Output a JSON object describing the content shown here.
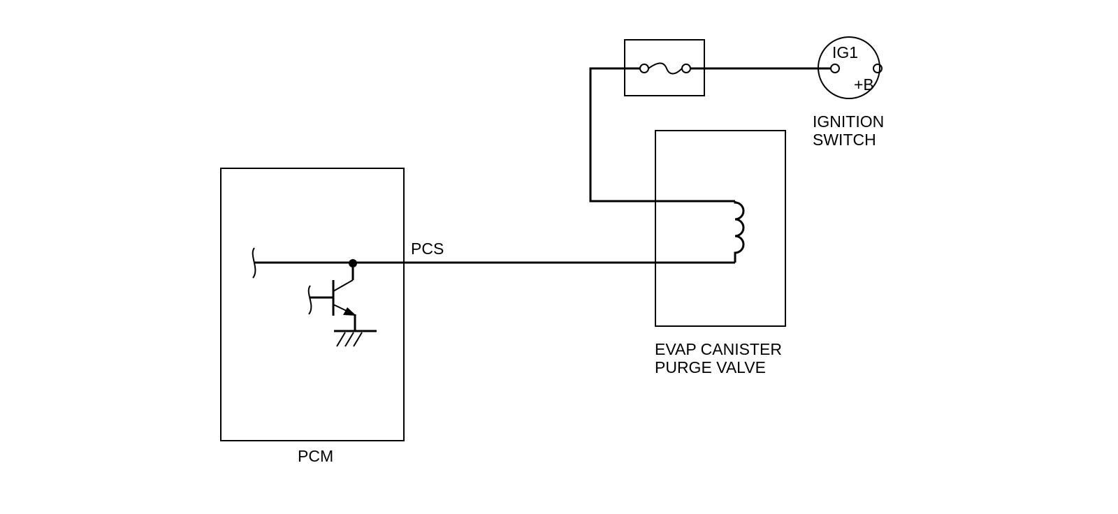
{
  "components": {
    "pcm": {
      "label": "PCM"
    },
    "evap_valve": {
      "label_line1": "EVAP CANISTER",
      "label_line2": "PURGE VALVE"
    },
    "ignition_switch": {
      "label_line1": "IGNITION",
      "label_line2": "SWITCH",
      "terminal_ig1": "IG1",
      "terminal_b": "+B"
    },
    "fuse": {}
  },
  "wires": {
    "pcs": {
      "label": "PCS"
    }
  },
  "colors": {
    "ink": "#000000",
    "background": "#ffffff"
  }
}
